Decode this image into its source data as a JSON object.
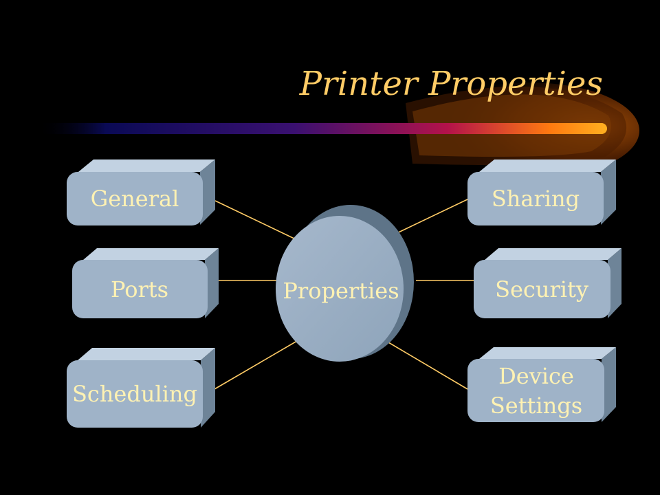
{
  "slide": {
    "title": "Printer Properties",
    "center_label": "Properties",
    "nodes": [
      {
        "label": "General"
      },
      {
        "label": "Ports"
      },
      {
        "label": "Scheduling"
      },
      {
        "label": "Sharing"
      },
      {
        "label": "Security"
      },
      {
        "label": "Device",
        "label2": "Settings"
      }
    ]
  },
  "colors": {
    "background": "#000000",
    "title": "#ffcc66",
    "box_face": "#9fb3c8",
    "box_top": "#c2d2e2",
    "box_side": "#6e8498",
    "label_text": "#fff2b3",
    "connector": "#ffcc66",
    "accent_glow": "#ff9900"
  }
}
